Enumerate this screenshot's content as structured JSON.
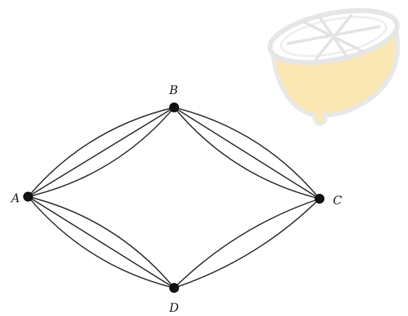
{
  "diagram": {
    "type": "graph",
    "nodes": [
      {
        "id": "A",
        "label": "A"
      },
      {
        "id": "B",
        "label": "B"
      },
      {
        "id": "C",
        "label": "C"
      },
      {
        "id": "D",
        "label": "D"
      }
    ],
    "edges": [
      {
        "from": "A",
        "to": "B",
        "count": 3
      },
      {
        "from": "B",
        "to": "C",
        "count": 3
      },
      {
        "from": "A",
        "to": "D",
        "count": 3
      },
      {
        "from": "D",
        "to": "C",
        "count": 2
      }
    ],
    "colors": {
      "edge": "#2b2b2b",
      "node": "#111111",
      "watermark_fill": "#fbe7b4",
      "watermark_stroke": "#e6e6e6"
    }
  }
}
